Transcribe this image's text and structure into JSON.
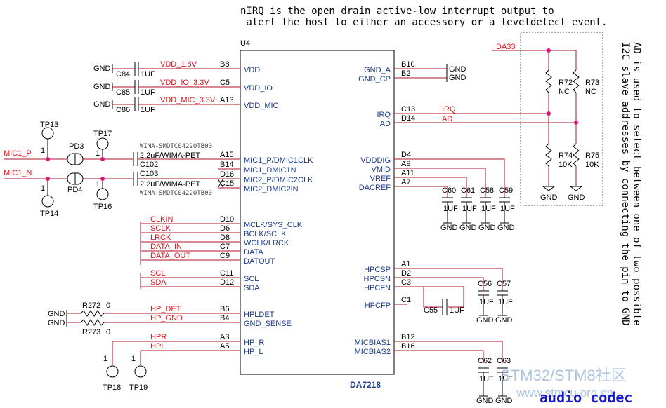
{
  "notes": {
    "top_line1": "nIRQ is the open drain active-low interrupt output to",
    "top_line2": " alert the host to either an accessory or a leveldetect event.",
    "side_line1": "AD is used to select between one of two possible",
    "side_line2": "I2C slave addresses by connecting the pin to GND"
  },
  "chip": {
    "ref": "U4",
    "part": "DA7218",
    "left_pins": [
      {
        "num": "B8",
        "name": "VDD",
        "net": "VDD_1.8V"
      },
      {
        "num": "C5",
        "name": "VDD_IO",
        "net": "VDD_IO_3.3V"
      },
      {
        "num": "A13",
        "name": "VDD_MIC",
        "net": "VDD_MIC_3.3V"
      },
      {
        "num": "A15",
        "name": "MIC1_P/DMIC1CLK",
        "net": ""
      },
      {
        "num": "B14",
        "name": "MIC1_DMIC1N",
        "net": ""
      },
      {
        "num": "D16",
        "name": "MIC2_P/DMIC2CLK",
        "net": ""
      },
      {
        "num": "C15",
        "name": "MIC2_DMIC2IN",
        "net": ""
      },
      {
        "num": "D10",
        "name": "MCLK/SYS_CLK",
        "net": "CLKIN"
      },
      {
        "num": "D6",
        "name": "BCLK/SCLK",
        "net": "SCLK"
      },
      {
        "num": "D8",
        "name": "WCLK/LRCK",
        "net": "LRCK"
      },
      {
        "num": "C7",
        "name": "DATA",
        "net": "DATA_IN"
      },
      {
        "num": "C9",
        "name": "DATOUT",
        "net": "DATA_OUT"
      },
      {
        "num": "C11",
        "name": "SCL",
        "net": "SCL"
      },
      {
        "num": "D12",
        "name": "SDA",
        "net": "SDA"
      },
      {
        "num": "B6",
        "name": "HPLDET",
        "net": "HP_DET"
      },
      {
        "num": "B4",
        "name": "GND_SENSE",
        "net": "HP_GND"
      },
      {
        "num": "A3",
        "name": "HP_R",
        "net": "HPR"
      },
      {
        "num": "A5",
        "name": "HP_L",
        "net": "HPL"
      }
    ],
    "right_pins": [
      {
        "num": "B10",
        "name": "GND_A",
        "net": "GND"
      },
      {
        "num": "B2",
        "name": "GND_CP",
        "net": "GND"
      },
      {
        "num": "C13",
        "name": "IRQ",
        "net": "IRQ"
      },
      {
        "num": "D14",
        "name": "AD",
        "net": "AD"
      },
      {
        "num": "D4",
        "name": "VDDDIG",
        "net": ""
      },
      {
        "num": "A9",
        "name": "VMID",
        "net": ""
      },
      {
        "num": "A11",
        "name": "VREF",
        "net": ""
      },
      {
        "num": "A7",
        "name": "DACREF",
        "net": ""
      },
      {
        "num": "A1",
        "name": "HPCSP",
        "net": ""
      },
      {
        "num": "D2",
        "name": "HPCSN",
        "net": ""
      },
      {
        "num": "C3",
        "name": "HPCFN",
        "net": ""
      },
      {
        "num": "C1",
        "name": "HPCFP",
        "net": ""
      },
      {
        "num": "B12",
        "name": "MICBIAS1",
        "net": ""
      },
      {
        "num": "B16",
        "name": "MICBIAS2",
        "net": ""
      }
    ]
  },
  "supply_caps": [
    {
      "ref": "C84",
      "value": "1UF",
      "gnd": "GND"
    },
    {
      "ref": "C85",
      "value": "1UF",
      "gnd": "GND"
    },
    {
      "ref": "C86",
      "value": "1UF",
      "gnd": "GND"
    }
  ],
  "mic_input": {
    "nets": [
      "MIC1_P",
      "MIC1_N"
    ],
    "testpoints": [
      "TP13",
      "TP14",
      "TP17",
      "TP16"
    ],
    "tp_pin": "1",
    "diodes": [
      "PD3",
      "PD4"
    ],
    "caps": [
      {
        "ref": "C102",
        "value": "2.2uF/WIMA-PET"
      },
      {
        "ref": "C103",
        "value": "2.2uF/WIMA-PET"
      }
    ],
    "cap_part": "WIMA-SMDTC04220TB00"
  },
  "hp_res": [
    {
      "ref": "R272",
      "value": "0",
      "gnd": "GND"
    },
    {
      "ref": "R273",
      "value": "0",
      "gnd": "GND"
    }
  ],
  "hp_testpoints": [
    "TP18",
    "TP19"
  ],
  "ad_block": {
    "net": "DA33",
    "resistors": [
      {
        "ref": "R72",
        "value": "NC"
      },
      {
        "ref": "R73",
        "value": "NC"
      },
      {
        "ref": "R74",
        "value": "10K"
      },
      {
        "ref": "R75",
        "value": "10K"
      }
    ],
    "gnd": "GND"
  },
  "ref_caps": [
    {
      "ref": "C60",
      "value": "1UF"
    },
    {
      "ref": "C61",
      "value": "1UF"
    },
    {
      "ref": "C58",
      "value": "1UF"
    },
    {
      "ref": "C59",
      "value": "1UF"
    }
  ],
  "cp_caps": [
    {
      "ref": "C56",
      "value": "1UF"
    },
    {
      "ref": "C57",
      "value": "1UF"
    },
    {
      "ref": "C55",
      "value": "1UF"
    }
  ],
  "bias_caps": [
    {
      "ref": "C62",
      "value": "1UF"
    },
    {
      "ref": "C63",
      "value": "1UF"
    }
  ],
  "gnd_label": "GND",
  "watermark1": "STM32/STM8社区",
  "watermark2": "www.stmcu.org.cn",
  "caption": "audio codec"
}
